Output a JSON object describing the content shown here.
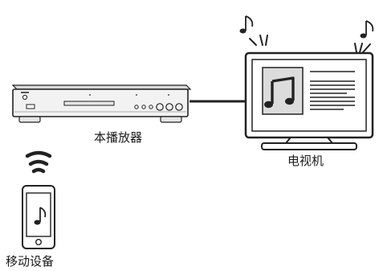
{
  "labels": {
    "player": "本播放器",
    "tv": "电视机",
    "mobile": "移动设备"
  },
  "colors": {
    "outline": "#222222",
    "player_body": "#f2f2f2",
    "player_top": "#d9d9d9",
    "screen_panel": "#dcdcdc"
  },
  "icons": {
    "tv_screen_music": "music-notes-icon",
    "tv_screen_text": "text-lines-icon",
    "sound": "music-note-icon",
    "wireless": "wifi-icon",
    "phone_screen": "music-note-icon"
  }
}
